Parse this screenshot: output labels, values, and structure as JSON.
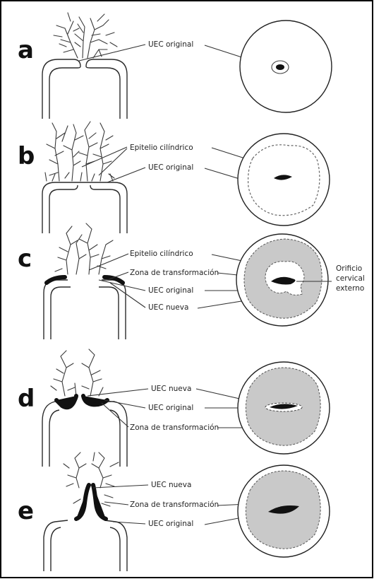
{
  "panels": [
    {
      "letter": "a",
      "labels": [
        "UEC original"
      ]
    },
    {
      "letter": "b",
      "labels": [
        "Epitelio cilíndrico",
        "UEC original"
      ]
    },
    {
      "letter": "c",
      "labels": [
        "Epitelio cilíndrico",
        "Zona de transformación",
        "UEC original",
        "UEC nueva"
      ],
      "side_label": [
        "Orificio",
        "cervical",
        "externo"
      ]
    },
    {
      "letter": "d",
      "labels": [
        "UEC nueva",
        "UEC original",
        "Zona de transformación"
      ]
    },
    {
      "letter": "e",
      "labels": [
        "UEC nueva",
        "Zona de transformación",
        "UEC original"
      ]
    }
  ],
  "colors": {
    "frame": "#000000",
    "transformation_zone": "#c9c9c9",
    "junction": "#111111"
  }
}
